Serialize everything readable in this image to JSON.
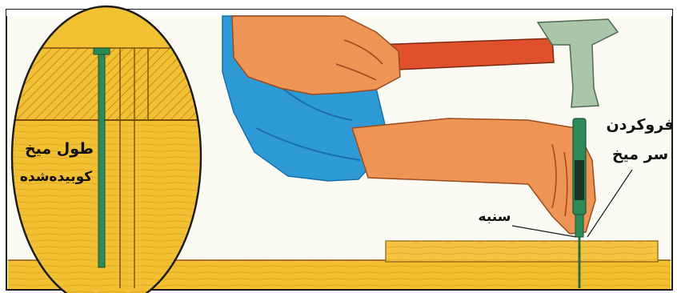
{
  "labels": {
    "driven_nail_length_line1": "طول میخ",
    "driven_nail_length_line2": "کوبیده‌شده",
    "sink_nail_head_line1": "فروکردن",
    "sink_nail_head_line2": "سر میخ",
    "nail_set": "سنبه"
  },
  "colors": {
    "wood": "#f1c033",
    "wood_dark": "#d89a14",
    "skin": "#ee9455",
    "skin_shadow": "#c86a32",
    "sleeve": "#2d9ad6",
    "sleeve_dark": "#1b6fa8",
    "hammer_handle": "#e0502c",
    "hammer_head": "#a9c6a9",
    "nail_set_tool": "#2e8b57",
    "frame": "#1a1a1a"
  }
}
